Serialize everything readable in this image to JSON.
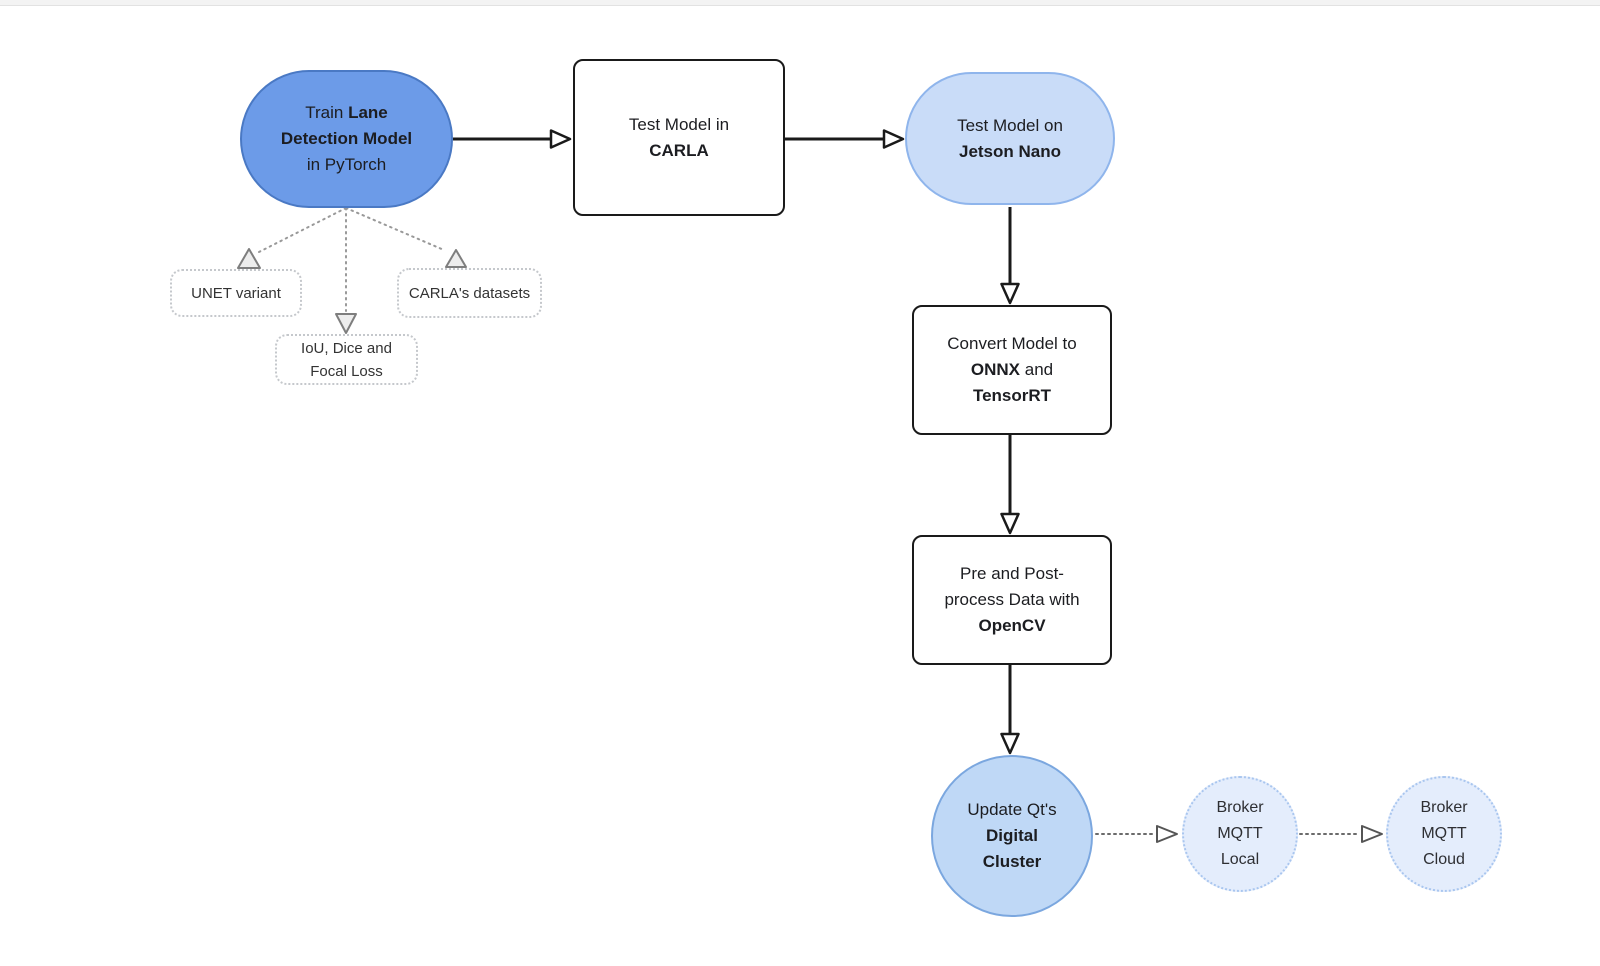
{
  "palette": {
    "primary_fill": "#6c9be8",
    "primary_border": "#4a79c4",
    "secondary_fill": "#c9dcf8",
    "secondary_border": "#8fb5ec",
    "cluster_fill": "#bfd8f6",
    "cluster_border": "#7ba7df",
    "broker_fill": "#e4edfc",
    "broker_border": "#a9c6ef",
    "rect_fill": "#ffffff",
    "rect_border": "#1a1a1a",
    "solid_edge": "#1a1a1a",
    "dotted_edge": "#8a8a8a",
    "annotation_border": "#c5c8cc",
    "annotation_text": "#333333"
  },
  "nodes": {
    "train": {
      "r1": "Train ",
      "r2": "Lane",
      "r3": "Detection Model",
      "r4": "in PyTorch"
    },
    "carla": {
      "r1": "Test Model in",
      "r2": "CARLA"
    },
    "jetson": {
      "r1": "Test Model on",
      "r2": "Jetson Nano"
    },
    "convert": {
      "r1": "Convert Model to",
      "r2": "ONNX",
      "r3": " and",
      "r4": "TensorRT"
    },
    "opencv": {
      "r1": "Pre and Post-",
      "r2": "process Data with",
      "r3": "OpenCV"
    },
    "cluster": {
      "r1": "Update Qt's",
      "r2": "Digital",
      "r3": "Cluster"
    },
    "broker_local": {
      "r1": "Broker",
      "r2": "MQTT",
      "r3": "Local"
    },
    "broker_cloud": {
      "r1": "Broker",
      "r2": "MQTT",
      "r3": "Cloud"
    },
    "unet": {
      "r1": "UNET variant"
    },
    "loss": {
      "r1": "IoU, Dice and",
      "r2": "Focal Loss"
    },
    "datasets": {
      "r1": "CARLA's datasets"
    }
  }
}
